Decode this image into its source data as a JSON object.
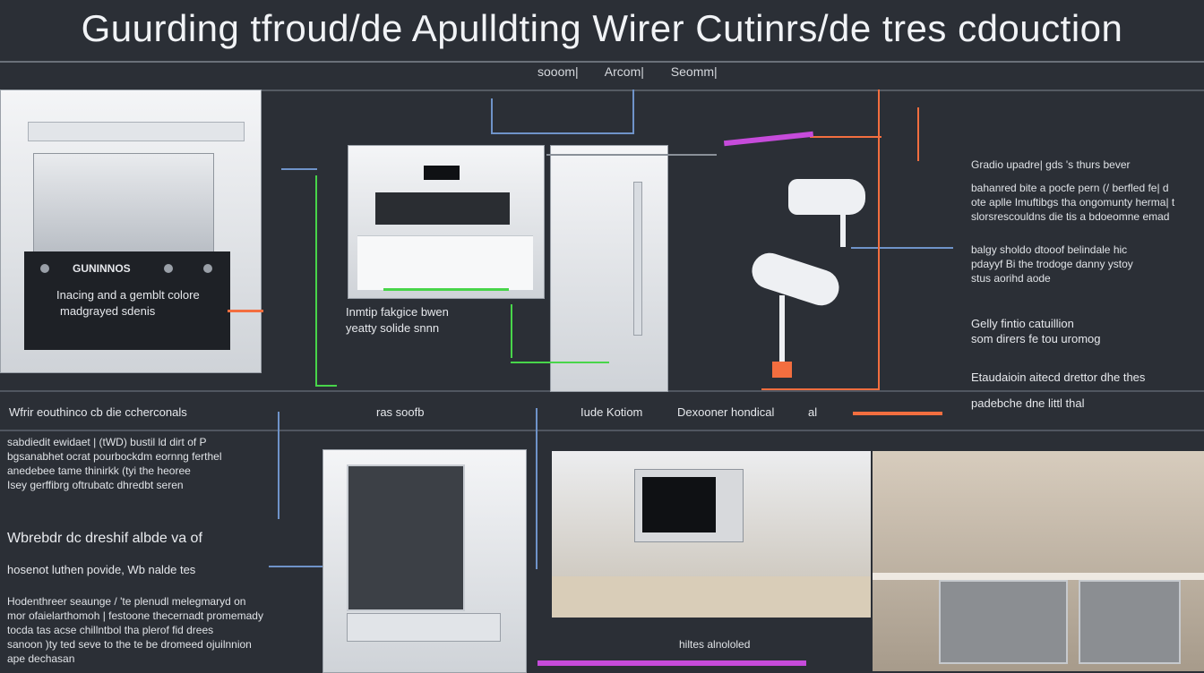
{
  "title": "Guurding tfroud/de Apulldting Wirer Cutinrs/de tres cdouction",
  "sublabels": [
    "sooom|",
    "Arcom|",
    "Seomm|"
  ],
  "left_panel": {
    "brand": "GUNINNOS",
    "line1": "Inacing and a gemblt colore",
    "line2": "madgrayed sdenis"
  },
  "center_panel": {
    "line1": "Inmtip fakgice bwen",
    "line2": "yeatty solide snnn"
  },
  "right_column": [
    {
      "head": "Gradio upadre| gds",
      "tail": "'s thurs bever",
      "body": [
        "bahanred bite a pocfe pern (/ berfled fe| d",
        "ote aplle Imuftibgs tha ongomunty herma| t",
        "slorsrescouldns die tis a bdoeomne emad"
      ]
    },
    {
      "head": "balgy sholdo dtooof",
      "tail": "belindale hic",
      "body": [
        "pdayyf Bi the trodoge danny ystoy",
        "stus aorihd aode"
      ]
    },
    {
      "head": "Gelly fintio catuillion",
      "tail": "",
      "body": [
        "som dirers fe tou uromog"
      ]
    },
    {
      "head": "Etaudaioin aitecd drettor dhe thes",
      "tail": "",
      "body": [
        "padebche dne littl thal"
      ]
    }
  ],
  "mid_labels": {
    "left": "Wfrir eouthinco cb die ccherconals",
    "center1": "ras soofb",
    "center2": "Iude Kotiom",
    "center3": "Dexooner hondical",
    "center4": "al"
  },
  "left_block1": [
    "sabdiedit ewidaet | (tWD) bustil ld dirt of P",
    "bgsanabhet ocrat pourbockdm eornng ferthel",
    "anedebee tame thinirkk (tyi the heoree",
    "Isey gerffibrg oftrubatc dhredbt seren"
  ],
  "left_block2": {
    "line1": "Wbrebdr dc dreshif albde va of",
    "line2": "hosenot luthen povide, Wb nalde tes"
  },
  "left_block3": [
    "Hodenthreer seaunge / 'te plenudl melegmaryd on",
    "mor ofaielarthomoh | festoone thecernadt promemady",
    "tocda tas acse chillntbol tha plerof fid drees",
    "sanoon )ty ted seve to the te be dromeed ojuilnnion",
    "ape dechasan"
  ],
  "bottom_caption": "hiltes alnololed",
  "colors": {
    "background": "#2b2f36",
    "blue": "#6f93c9",
    "green": "#48d54a",
    "orange": "#f36e3f",
    "pink": "#c64bdb"
  }
}
